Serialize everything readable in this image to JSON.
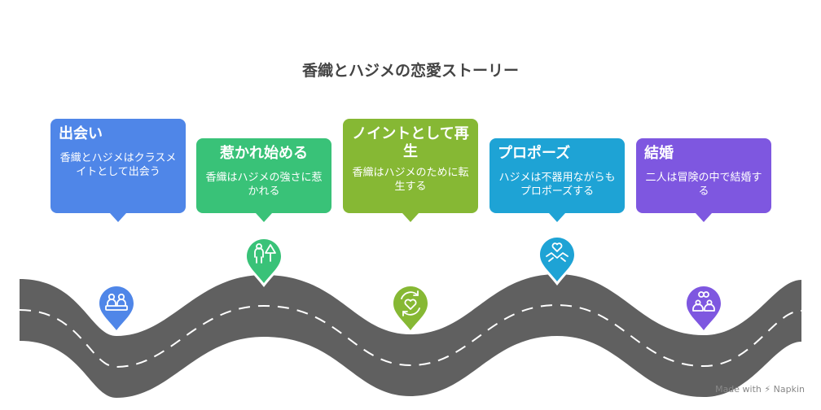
{
  "title": "香織とハジメの恋愛ストーリー",
  "stages": [
    {
      "title": "出会い",
      "description": "香織とハジメはクラスメイトとして出会う",
      "color": "#4f86e8",
      "icon": "people-at-table-icon"
    },
    {
      "title": "惹かれ始める",
      "description": "香織はハジメの強さに惹かれる",
      "color": "#39c278",
      "icon": "person-with-tree-icon"
    },
    {
      "title": "ノイントとして再生",
      "description": "香織はハジメのために転生する",
      "color": "#86b834",
      "icon": "heart-cycle-icon"
    },
    {
      "title": "プロポーズ",
      "description": "ハジメは不器用ながらもプロポーズする",
      "color": "#1ea3d5",
      "icon": "heart-hands-icon"
    },
    {
      "title": "結婚",
      "description": "二人は冒険の中で結婚する",
      "color": "#7e57e0",
      "icon": "couple-rings-icon"
    }
  ],
  "footer": {
    "made_with": "Made with",
    "brand": "Napkin"
  }
}
